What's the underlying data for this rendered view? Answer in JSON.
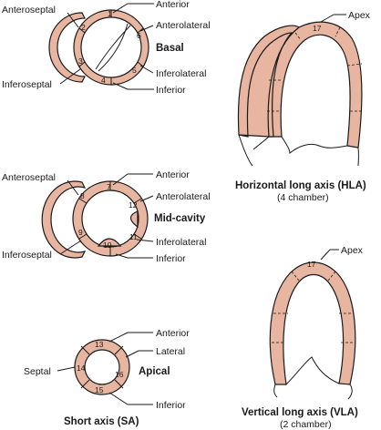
{
  "basal": {
    "label": "Basal",
    "anterior": "Anterior",
    "anterolateral": "Anterolateral",
    "inferolateral": "Inferolateral",
    "inferior": "Inferior",
    "anteroseptal": "Anteroseptal",
    "inferoseptal": "Inferoseptal",
    "segments": [
      "1",
      "2",
      "3",
      "4",
      "5",
      "6"
    ]
  },
  "mid": {
    "label": "Mid-cavity",
    "anterior": "Anterior",
    "anterolateral": "Anterolateral",
    "inferolateral": "Inferolateral",
    "inferior": "Inferior",
    "anteroseptal": "Anteroseptal",
    "inferoseptal": "Inferoseptal",
    "segments": [
      "7",
      "8",
      "9",
      "10",
      "11",
      "12"
    ]
  },
  "apical": {
    "label": "Apical",
    "anterior": "Anterior",
    "lateral": "Lateral",
    "inferior": "Inferior",
    "septal": "Septal",
    "segments": [
      "13",
      "14",
      "15",
      "16"
    ]
  },
  "short_axis": {
    "title": "Short axis (SA)"
  },
  "hla": {
    "title": "Horizontal long axis (HLA)",
    "subtitle": "(4 chamber)",
    "apex": "Apex",
    "segment": "17"
  },
  "vla": {
    "title": "Vertical long axis (VLA)",
    "subtitle": "(2 chamber)",
    "apex": "Apex",
    "segment": "17"
  },
  "colors": {
    "myocardium": "#e8b5a0",
    "outline": "#1a1a1a"
  }
}
